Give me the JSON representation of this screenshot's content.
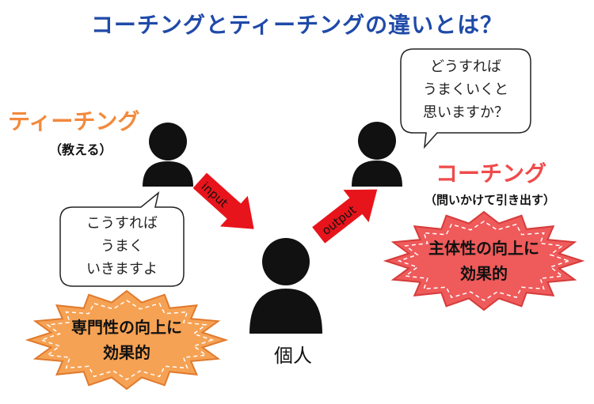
{
  "title": "コーチングとティーチングの違いとは？",
  "teaching": {
    "label": "ティーチング",
    "sublabel": "（教える）",
    "bubble_lines": [
      "こうすれば",
      "うまく",
      "いきますよ"
    ],
    "effect_lines": [
      "専門性の向上に",
      "効果的"
    ],
    "arrow_label": "input"
  },
  "coaching": {
    "label": "コーチング",
    "sublabel": "（問いかけて引き出す）",
    "bubble_lines": [
      "どうすれば",
      "うまくいくと",
      "思いますか？"
    ],
    "effect_lines": [
      "主体性の向上に",
      "効果的"
    ],
    "arrow_label": "output"
  },
  "individual": {
    "label": "個人"
  },
  "colors": {
    "title": "#1f4aa8",
    "teaching_accent": "#f3893d",
    "coaching_accent": "#ef4b4b",
    "arrow": "#e8141b",
    "person": "#111111"
  }
}
